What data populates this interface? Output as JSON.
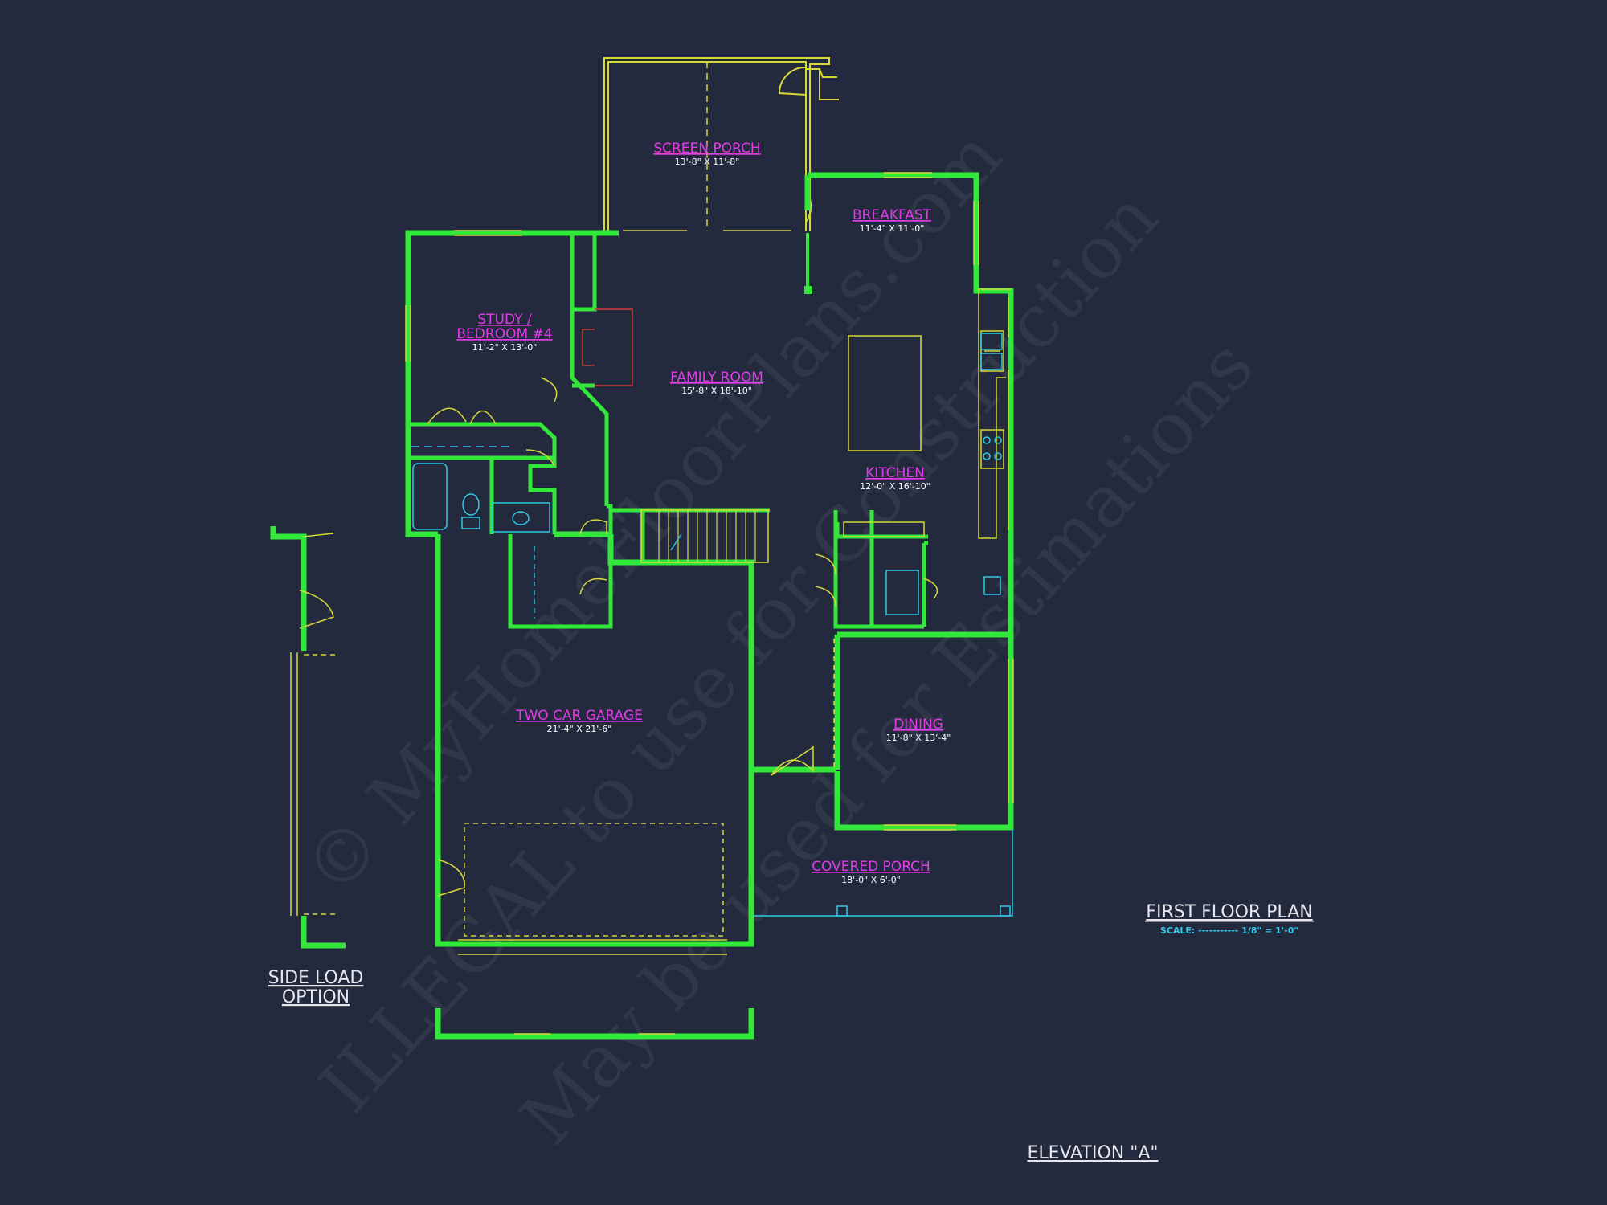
{
  "rooms": {
    "screen_porch": {
      "name": "SCREEN PORCH",
      "dim": "13'-8\" X 11'-8\""
    },
    "breakfast": {
      "name": "BREAKFAST",
      "dim": "11'-4\" X 11'-0\""
    },
    "study": {
      "name_line1": "STUDY /",
      "name_line2": "BEDROOM #4",
      "dim": "11'-2\" X 13'-0\""
    },
    "family_room": {
      "name": "FAMILY ROOM",
      "dim": "15'-8\" X 18'-10\""
    },
    "kitchen": {
      "name": "KITCHEN",
      "dim": "12'-0\" X 16'-10\""
    },
    "garage": {
      "name": "TWO CAR GARAGE",
      "dim": "21'-4\" X 21'-6\""
    },
    "dining": {
      "name": "DINING",
      "dim": "11'-8\" X 13'-4\""
    },
    "covered_porch": {
      "name": "COVERED PORCH",
      "dim": "18'-0\" X 6'-0\""
    }
  },
  "plan_title": "FIRST FLOOR PLAN",
  "scale_label": "SCALE: ----------- 1/8\" = 1'-0\"",
  "side_load": {
    "line1": "SIDE LOAD",
    "line2": "OPTION"
  },
  "elevation": "ELEVATION \"A\"",
  "watermark": {
    "line1": "© MyHomeFloorPlans.com",
    "line2": "ILLEGAL to use for Construction",
    "line3": "May be used for Estimations"
  },
  "colors": {
    "background": "#232a3d",
    "wall": "#33e83a",
    "detail": "#d8d83a",
    "room_label": "#e23be8",
    "fixture": "#2ec8e8"
  }
}
